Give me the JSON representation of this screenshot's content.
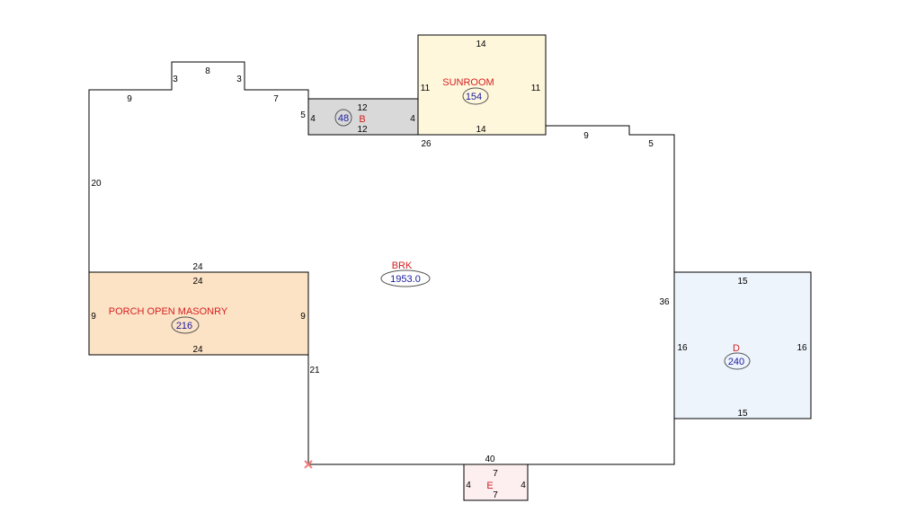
{
  "colors": {
    "label_red": "#d42020",
    "area_blue": "#1a1aa0",
    "porch_fill": "#fde3c6",
    "sunroom_fill": "#fef7dc",
    "b_fill": "#d9d9d9",
    "d_fill": "#eef4fc",
    "e_fill": "#fdeef0",
    "marker": "#f08080"
  },
  "main": {
    "title": "BRK",
    "area": "1953.0",
    "dims": {
      "top_left": "9",
      "step_left": "3",
      "step_top": "8",
      "step_right": "3",
      "top_mid": "7",
      "b_left": "5",
      "sunroom_bottom": "26",
      "right_top": "9",
      "right_step": "5",
      "right_side": "36",
      "left_side": "20",
      "porch_below": "21",
      "bottom": "40"
    }
  },
  "porch": {
    "title": "PORCH OPEN MASONRY",
    "area": "216",
    "dims": {
      "top_outer": "24",
      "top": "24",
      "bottom": "24",
      "left": "9",
      "right": "9"
    }
  },
  "sunroom": {
    "title": "SUNROOM",
    "area": "154",
    "dims": {
      "top": "14",
      "bottom": "14",
      "left": "11",
      "right": "11"
    }
  },
  "section_b": {
    "title": "B",
    "area": "48",
    "dims": {
      "top": "12",
      "bottom": "12",
      "left": "4",
      "right": "4"
    }
  },
  "section_d": {
    "title": "D",
    "area": "240",
    "dims": {
      "top": "15",
      "bottom": "15",
      "left": "16",
      "right": "16"
    }
  },
  "section_e": {
    "title": "E",
    "dims": {
      "top": "7",
      "bottom": "7",
      "left": "4",
      "right": "4"
    }
  }
}
